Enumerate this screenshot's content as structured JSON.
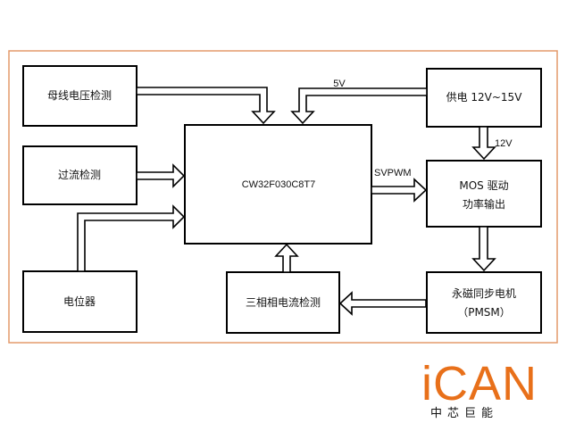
{
  "colors": {
    "frame": "#e49a6b",
    "box_stroke": "#000000",
    "arrow_stroke": "#000000",
    "logo": "#e8701a"
  },
  "blocks": {
    "bus_voltage": "母线电压检测",
    "overcurrent": "过流检测",
    "potentiometer": "电位器",
    "mcu": "CW32F030C8T7",
    "power_supply": "供电 12V~15V",
    "mos_driver_line1": "MOS 驱动",
    "mos_driver_line2": "功率输出",
    "motor_line1": "永磁同步电机",
    "motor_line2": "（PMSM）",
    "current_sense": "三相相电流检测"
  },
  "connections": {
    "v5": "5V",
    "v12": "12V",
    "svpwm": "SVPWM"
  },
  "logo": {
    "main": "iCAN",
    "sub": "中芯巨能"
  }
}
